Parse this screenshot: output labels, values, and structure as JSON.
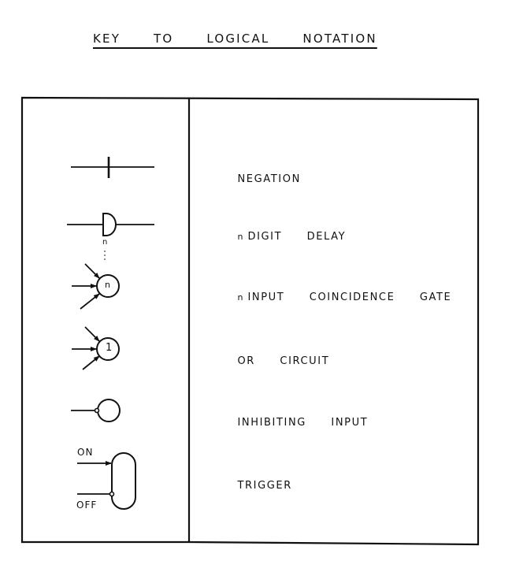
{
  "title": "KEY  TO  LOGICAL  NOTATION",
  "colors": {
    "ink": "#111111",
    "background": "#ffffff"
  },
  "rows": [
    {
      "symbol": "negation-symbol",
      "prefix": "",
      "label": "NEGATION"
    },
    {
      "symbol": "delay-symbol",
      "prefix": "n",
      "label": "DIGIT  DELAY",
      "symbol_sublabel": "n"
    },
    {
      "symbol": "coincidence-gate-symbol",
      "prefix": "n",
      "label": "INPUT  COINCIDENCE  GATE",
      "symbol_inner": "n"
    },
    {
      "symbol": "or-circuit-symbol",
      "prefix": "",
      "label": "OR  CIRCUIT",
      "symbol_inner": "1"
    },
    {
      "symbol": "inhibiting-input-symbol",
      "prefix": "",
      "label": "INHIBITING  INPUT"
    },
    {
      "symbol": "trigger-symbol",
      "prefix": "",
      "label": "TRIGGER",
      "on_label": "ON",
      "off_label": "OFF"
    }
  ]
}
